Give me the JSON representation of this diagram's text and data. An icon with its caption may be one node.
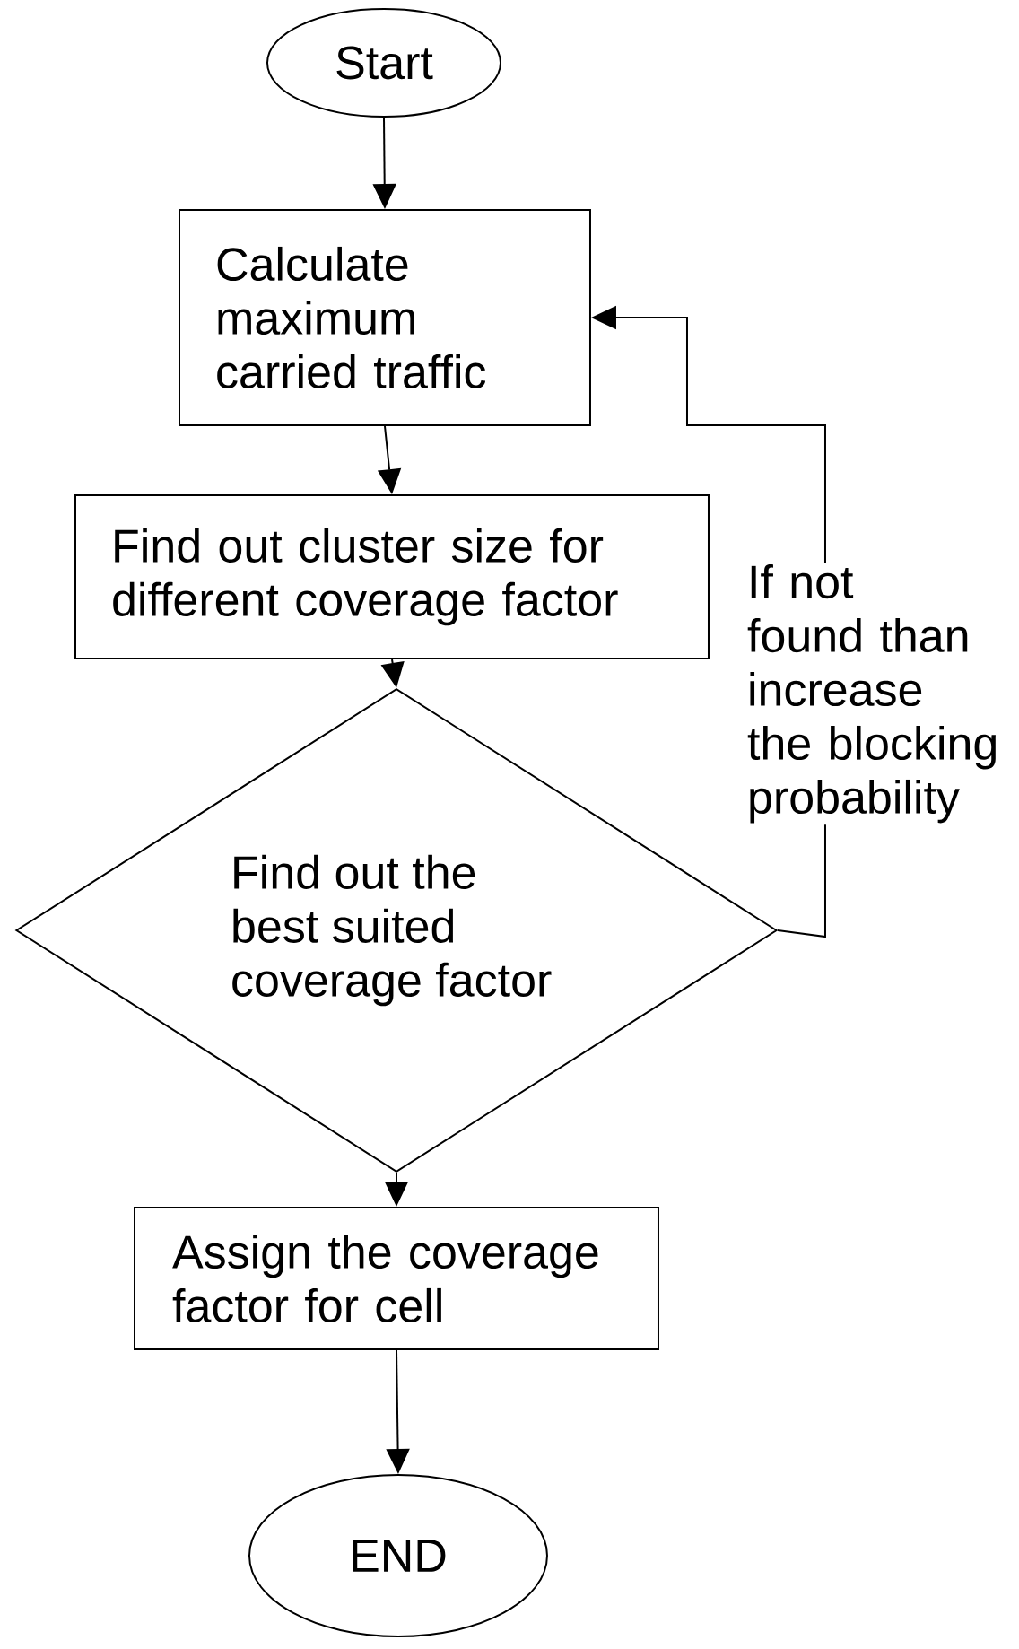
{
  "diagram": {
    "nodes": [
      {
        "text": [
          "Start"
        ]
      },
      {
        "text": [
          "Calculate maximum carried traffic"
        ]
      },
      {
        "text": [
          "Find out cluster size for different coverage factor"
        ]
      },
      {
        "text": [
          "Find out the best suited coverage factor"
        ]
      },
      {
        "text": [
          "Assign the coverage factor for cell"
        ]
      },
      {
        "text": [
          "END"
        ]
      }
    ],
    "edges": [
      {
        "from": 0,
        "to": 1,
        "arrow": "to"
      },
      {
        "from": 1,
        "to": 2,
        "arrow": "to"
      },
      {
        "from": 2,
        "to": 3,
        "arrow": "to"
      },
      {
        "from": 3,
        "to": 4,
        "arrow": "to"
      },
      {
        "from": 4,
        "to": 5,
        "arrow": "to"
      },
      {
        "from": 3,
        "to": 1,
        "arrow": "to",
        "label": "If not found than increase the blocking probability"
      }
    ]
  }
}
